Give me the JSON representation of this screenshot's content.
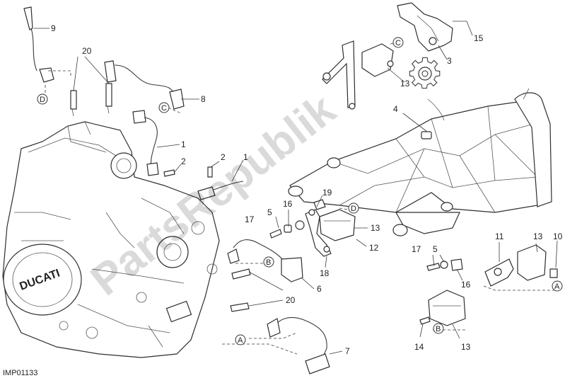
{
  "diagram": {
    "code": "IMP01133",
    "watermark": "PartsRepublik",
    "callouts": [
      "9",
      "20",
      "8",
      "1",
      "2",
      "2",
      "1",
      "15",
      "3",
      "13",
      "4",
      "19",
      "16",
      "5",
      "17",
      "13",
      "12",
      "18",
      "6",
      "20",
      "7",
      "11",
      "13",
      "10",
      "17",
      "5",
      "16",
      "14",
      "13"
    ],
    "refs": [
      "D",
      "C",
      "C",
      "D",
      "B",
      "B",
      "A",
      "A"
    ]
  }
}
